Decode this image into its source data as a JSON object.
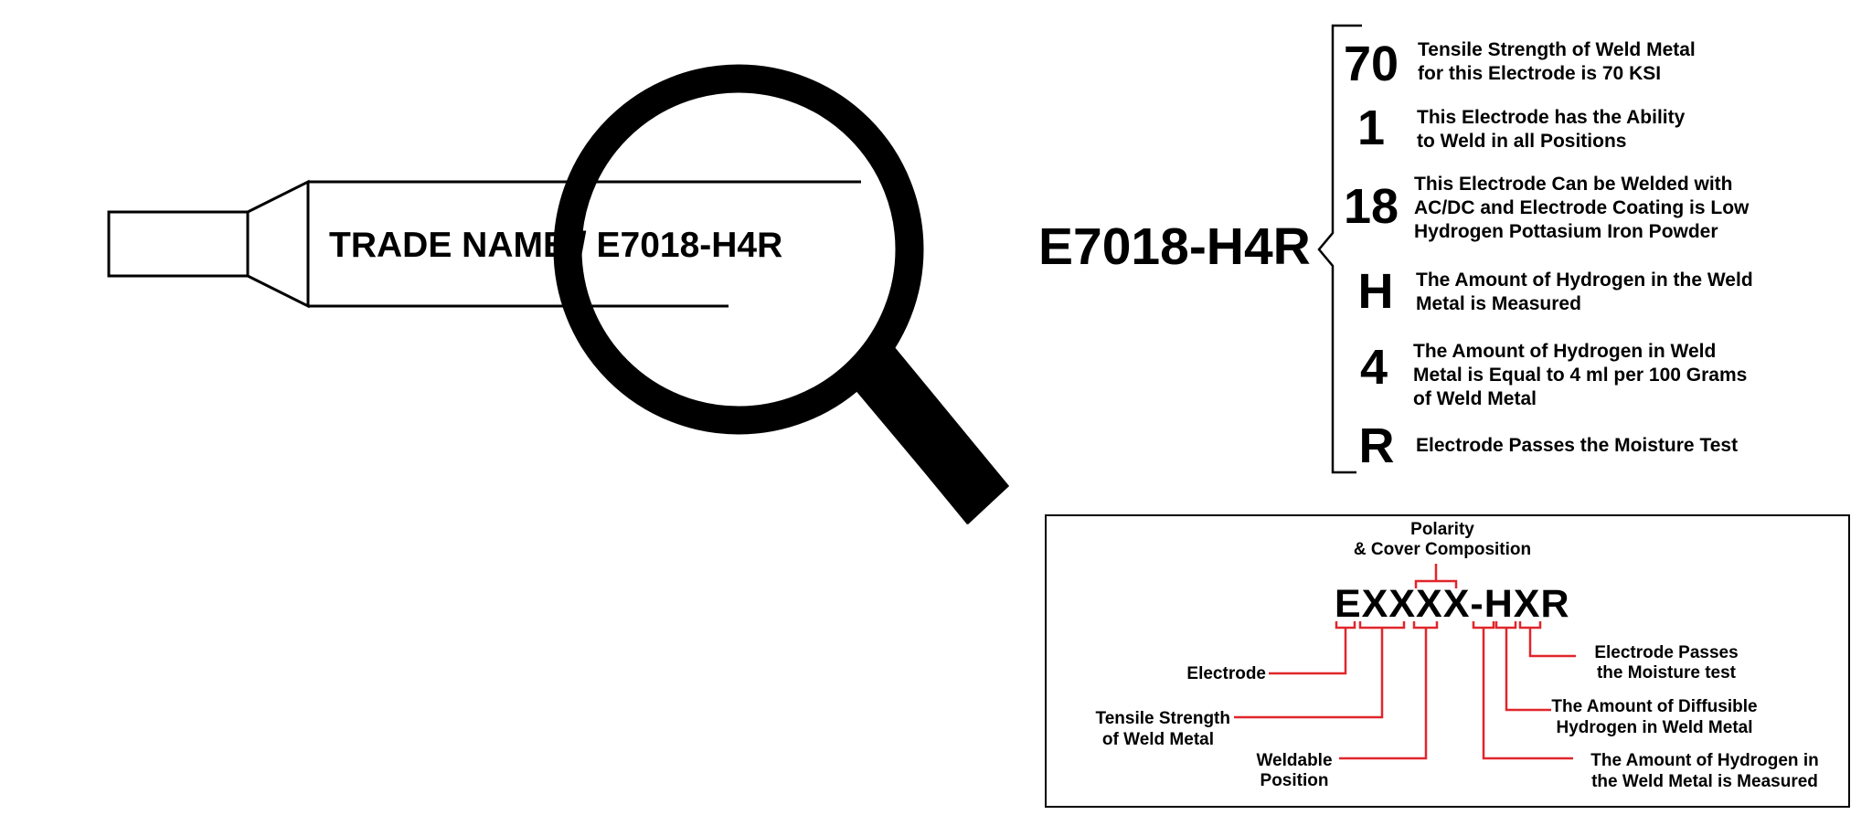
{
  "electrode": {
    "label": "TRADE NAME / E7018-H4R"
  },
  "main_code": "E7018-H4R",
  "breakdown": [
    {
      "code": "70",
      "lines": [
        "Tensile Strength of Weld Metal",
        "for this Electrode is 70 KSI"
      ]
    },
    {
      "code": "1",
      "lines": [
        "This Electrode has the Ability",
        "to Weld in all Positions"
      ]
    },
    {
      "code": "18",
      "lines": [
        "This Electrode Can be Welded with",
        "AC/DC and Electrode Coating is Low",
        "Hydrogen Pottasium Iron Powder"
      ]
    },
    {
      "code": "H",
      "lines": [
        "The Amount of Hydrogen in the Weld",
        "Metal is Measured"
      ]
    },
    {
      "code": "4",
      "lines": [
        "The Amount of Hydrogen in Weld",
        "Metal is Equal to 4 ml per 100 Grams",
        "of Weld Metal"
      ]
    },
    {
      "code": "R",
      "lines": [
        "Electrode Passes the Moisture Test"
      ]
    }
  ],
  "legend": {
    "pattern": "EXXXX-HXR",
    "polarity": [
      "Polarity",
      "& Cover Composition"
    ],
    "electrode": "Electrode",
    "tensile": [
      "Tensile Strength",
      "of Weld Metal"
    ],
    "weldable": [
      "Weldable",
      "Position"
    ],
    "moisture": [
      "Electrode Passes",
      "the Moisture test"
    ],
    "diffusible": [
      "The Amount of Diffusible",
      "Hydrogen in Weld Metal"
    ],
    "measured": [
      "The Amount of Hydrogen in",
      "the Weld Metal is Measured"
    ]
  },
  "colors": {
    "accent": "#e0262b",
    "ink": "#000000"
  },
  "icons": [
    "magnifying-glass-icon",
    "electrode-rod-icon"
  ]
}
